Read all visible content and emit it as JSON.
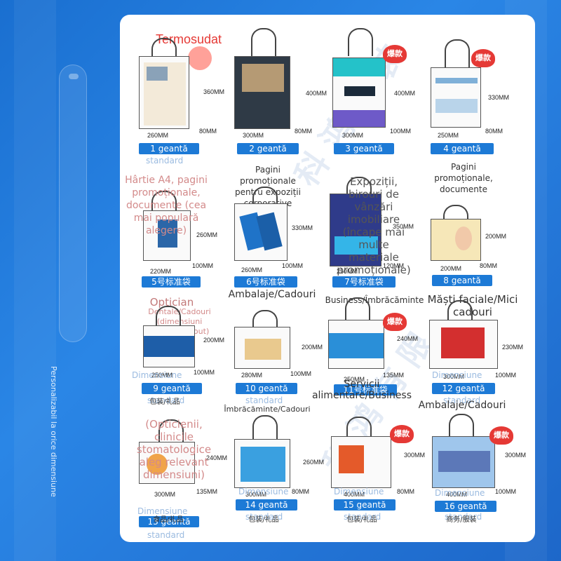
{
  "header": {
    "title": "Termosudat"
  },
  "sidebar": {
    "vertical_text": "Personalizabil la orice dimensiune"
  },
  "hot_badge": "爆款",
  "bags": [
    {
      "label": "1 geantă",
      "sub": "standard",
      "height": "360MM",
      "width": "260MM",
      "depth": "80MM"
    },
    {
      "label": "2 geantă",
      "sub": "",
      "height": "400MM",
      "width": "300MM",
      "depth": "80MM"
    },
    {
      "label": "3 geantă",
      "sub": "",
      "height": "400MM",
      "width": "300MM",
      "depth": "100MM"
    },
    {
      "label": "4 geantă",
      "sub": "",
      "height": "330MM",
      "width": "250MM",
      "depth": "80MM"
    },
    {
      "label": "5号标准袋",
      "sub": "",
      "height": "260MM",
      "width": "220MM",
      "depth": "100MM"
    },
    {
      "label": "6号标准袋",
      "sub": "",
      "height": "330MM",
      "width": "260MM",
      "depth": "100MM"
    },
    {
      "label": "7号标准袋",
      "sub": "",
      "height": "350MM",
      "width": "250MM",
      "depth": "120MM"
    },
    {
      "label": "8 geantă",
      "sub": "",
      "height": "200MM",
      "width": "200MM",
      "depth": "80MM"
    },
    {
      "label": "9 geantă",
      "sub": "standard",
      "height": "200MM",
      "width": "250MM",
      "depth": "100MM"
    },
    {
      "label": "10 geantă",
      "sub": "standard",
      "height": "200MM",
      "width": "280MM",
      "depth": "100MM"
    },
    {
      "label": "11号标准袋",
      "sub": "",
      "height": "240MM",
      "width": "250MM",
      "depth": "135MM"
    },
    {
      "label": "12 geantă",
      "sub": "standard",
      "height": "230MM",
      "width": "300MM",
      "depth": "100MM"
    },
    {
      "label": "13 geantă",
      "sub": "standard",
      "height": "240MM",
      "width": "300MM",
      "depth": "135MM"
    },
    {
      "label": "14 geantă",
      "sub": "standard",
      "height": "260MM",
      "width": "300MM",
      "depth": "80MM"
    },
    {
      "label": "15 geantă",
      "sub": "standard",
      "height": "300MM",
      "width": "400MM",
      "depth": "80MM"
    },
    {
      "label": "16 geantă",
      "sub": "standard",
      "height": "300MM",
      "width": "400MM",
      "depth": "100MM"
    }
  ],
  "notes": {
    "n2": "Pagini promoționale pentru expoziții corporative",
    "n4": "Pagini promoționale, documente",
    "n5": "Hârtie A4, pagini promoționale, documente (cea mai populară alegere)",
    "n7": "Expoziții, birouri de vânzări imobiliare (încape mai multe materiale promoționale)",
    "n8": "Măști faciale/Mici cadouri",
    "n9": "Optician",
    "n9b": "Dentale/Cadouri (dimensiuni alese la layout)",
    "n10": "Ambalaje/Cadouri",
    "n11": "Business/Îmbrăcăminte",
    "n11b": "Servicii alimentare/Business",
    "n12": "Ambalaje/Cadouri",
    "n13": "(Opticienii, clinicile stomatologice aleg relevant dimensiuni)",
    "n14": "Îmbrăcăminte/Cadouri",
    "cap9": "包装/礼品",
    "cap13": "食品/礼品",
    "cap14": "包装/礼品",
    "cap15": "包装/礼品",
    "cap16": "商务/服装",
    "dim_label": "Dimensiune"
  },
  "colors": {
    "accent": "#1d7ad6",
    "hot": "#e53935",
    "title": "#e53935",
    "background": "#2a86e6"
  }
}
